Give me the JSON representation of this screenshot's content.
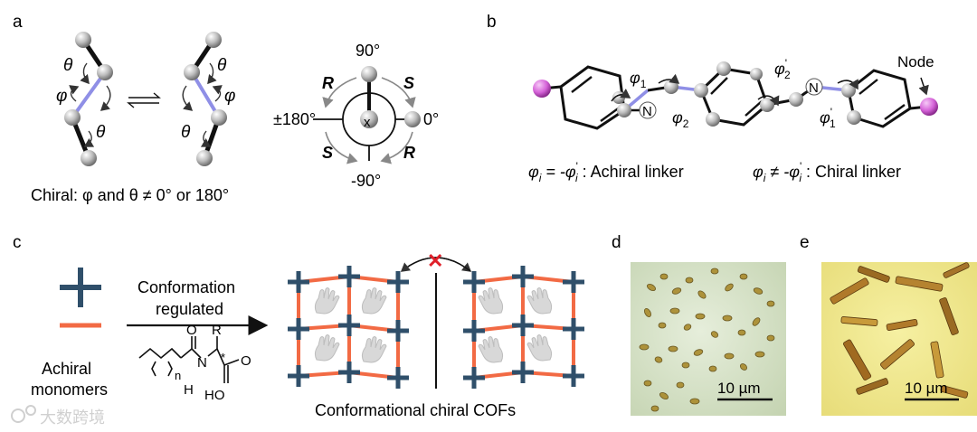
{
  "panels": {
    "a": {
      "letter": "a",
      "theta": "θ",
      "phi": "φ",
      "caption": "Chiral: φ and θ ≠ 0° or 180°",
      "newman": {
        "top": "90°",
        "bottom": "-90°",
        "left": "±180°",
        "right": "0°",
        "center": "x",
        "r_upper": "R",
        "s_upper": "S",
        "s_lower": "S",
        "r_lower": "R"
      }
    },
    "b": {
      "letter": "b",
      "node_label": "Node",
      "n_left": "N",
      "n_right": "N",
      "phi1": "φ",
      "phi1_sub": "1",
      "phi2": "φ",
      "phi2_sub": "2",
      "phi2p": "φ",
      "phi2p_sub": "2",
      "phi1p": "φ",
      "phi1p_sub": "1",
      "prime": "'",
      "eq_achiral_lhs": "φ",
      "eq_sub": "i",
      "eq_achiral_mid": " = -φ",
      "eq_achiral_text": " : Achiral linker",
      "eq_chiral_mid": " ≠ -φ",
      "eq_chiral_text": " : Chiral linker"
    },
    "c": {
      "letter": "c",
      "arrow_top": "Conformation",
      "arrow_bottom": "regulated",
      "monomers_line1": "Achiral",
      "monomers_line2": "monomers",
      "struct_R": "R",
      "struct_O": "O",
      "struct_n": "n",
      "struct_H": "H",
      "struct_N": "N",
      "struct_star": "*",
      "struct_OH": "HO",
      "struct_O2": "O",
      "cofs_caption": "Conformational chiral COFs",
      "cross": "✕"
    },
    "d": {
      "letter": "d",
      "scale": "10 µm"
    },
    "e": {
      "letter": "e",
      "scale": "10 µm"
    }
  },
  "watermark": "大数跨境",
  "colors": {
    "node_cross": "#2f4f6a",
    "linker": "#f26a44",
    "bond_purple": "#7b7fe0",
    "node_magenta": "#d563d8",
    "cross_red": "#e0202a",
    "crystal_d_bg": "#d6e3c4",
    "crystal_e_bg": "#f1ea8e"
  }
}
